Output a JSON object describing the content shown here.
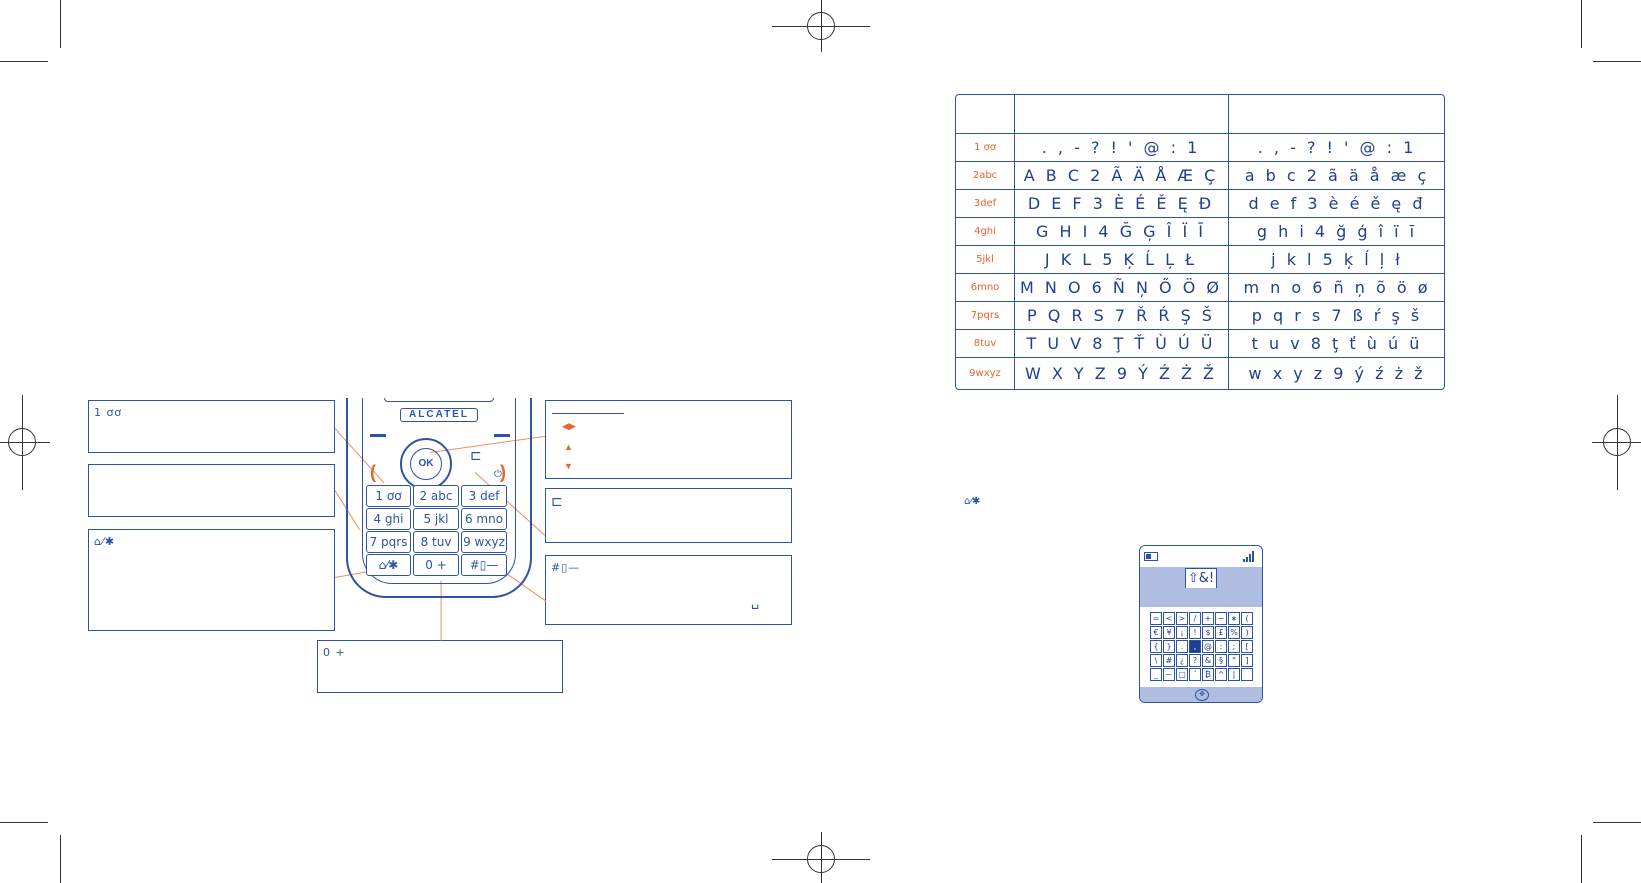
{
  "phone": {
    "brand": "ALCATEL",
    "ok_label": "OK",
    "keys": [
      {
        "id": "1",
        "label": "1 ơơ"
      },
      {
        "id": "2",
        "label": "2 abc"
      },
      {
        "id": "3",
        "label": "3 def"
      },
      {
        "id": "4",
        "label": "4 ghi"
      },
      {
        "id": "5",
        "label": "5 jkl"
      },
      {
        "id": "6",
        "label": "6 mno"
      },
      {
        "id": "7",
        "label": "7 pqrs"
      },
      {
        "id": "8",
        "label": "8 tuv"
      },
      {
        "id": "9",
        "label": "9 wxyz"
      },
      {
        "id": "star",
        "label": "⌂⁄✱"
      },
      {
        "id": "0",
        "label": "0 +"
      },
      {
        "id": "hash",
        "label": "#▯—"
      }
    ]
  },
  "callouts": {
    "key1_icon": "1 ơơ",
    "star_icon": "⌂⁄✱",
    "zero_icon": "0 +",
    "clear_icon": "⊏",
    "hash_icon": "#▯—",
    "nav_lr_icon": "◀▶",
    "nav_up_icon": "▲",
    "nav_down_icon": "▼",
    "space_symbol": "␣"
  },
  "char_table": {
    "rows": [
      {
        "key": "1 ơơ",
        "upper": ". , - ? ! ' @ : 1",
        "lower": ". , - ? ! ' @ : 1"
      },
      {
        "key": "2abc",
        "upper": "A B C 2 Ã Ä Å Æ Ç",
        "lower": "a b c 2 ã ä å æ ç"
      },
      {
        "key": "3def",
        "upper": "D E F 3 È É Ě Ę Đ",
        "lower": "d e f 3 è é ě ę đ"
      },
      {
        "key": "4ghi",
        "upper": "G H I 4 Ğ Ģ Î Ï Ī",
        "lower": "g h i 4 ğ ģ î ï ī"
      },
      {
        "key": "5jkl",
        "upper": "J K L 5 Ķ Ĺ Ļ Ł",
        "lower": "j k l 5 ķ ĺ ļ ł"
      },
      {
        "key": "6mno",
        "upper": "M N O 6 Ñ Ņ Ő Ö Ø",
        "lower": "m n o 6 ñ ņ õ ö ø"
      },
      {
        "key": "7pqrs",
        "upper": "P Q R S 7 Ř Ŕ Ş Š",
        "lower": "p q r s 7 ß ŕ ş š"
      },
      {
        "key": "8tuv",
        "upper": "T U V 8 Ţ Ť Ù Ú Ü",
        "lower": "t u v 8 ţ ť ù ú ü"
      },
      {
        "key": "9wxyz",
        "upper": "W X Y Z 9 Ý Ź Ż Ž",
        "lower": "w x y z 9 ý ź ż ž"
      }
    ]
  },
  "symbol_note_icon": "⌂⁄✱",
  "symbol_screen": {
    "tab_label": "⇧&!",
    "rows": [
      [
        "=",
        "<",
        ">",
        "/",
        "+",
        "−",
        "∗",
        "("
      ],
      [
        "€",
        "¥",
        "¡",
        "!",
        "$",
        "£",
        "%",
        ")"
      ],
      [
        "{",
        "}",
        ".",
        ",",
        "@",
        ":",
        ";",
        "["
      ],
      [
        "\\",
        "#",
        "¿",
        "?",
        "&",
        "§",
        "\"",
        "]"
      ],
      [
        "_",
        "~",
        "▢",
        "´",
        "₿",
        "^",
        "|",
        ""
      ]
    ]
  }
}
